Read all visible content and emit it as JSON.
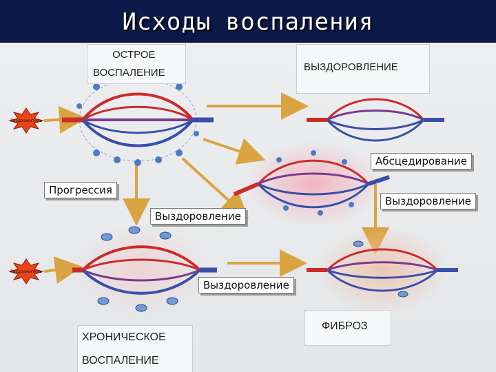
{
  "title": "Исходы воспаления",
  "acute": {
    "line1": "ОСТРОЕ",
    "line2": "ВОСПАЛЕНИЕ"
  },
  "recovery_top": "ВЫЗДОРОВЛЕНИЕ",
  "abscess": "Абсцедирование",
  "progression": "Прогрессия",
  "recovery_a": "Выздоровление",
  "recovery_b": "Выздоровление",
  "recovery_c": "Выздоровление",
  "chronic": {
    "line1": "ХРОНИЧЕСКОЕ",
    "line2": "ВОСПАЛЕНИЕ"
  },
  "fibrosis": "ФИБРОЗ",
  "stimulus_top": "Раздражитель",
  "stimulus_bottom": "Раздражитель",
  "colors": {
    "arrow": "#d9a441",
    "artery": "#cc2b2b",
    "vein": "#3a4fa8",
    "abscess_halo": "#f0a7b4",
    "fibrosis_halo": "#e9b7a0",
    "stimulus": "#e8461a",
    "title": "#ffffff",
    "background": "#0b1a4a"
  }
}
